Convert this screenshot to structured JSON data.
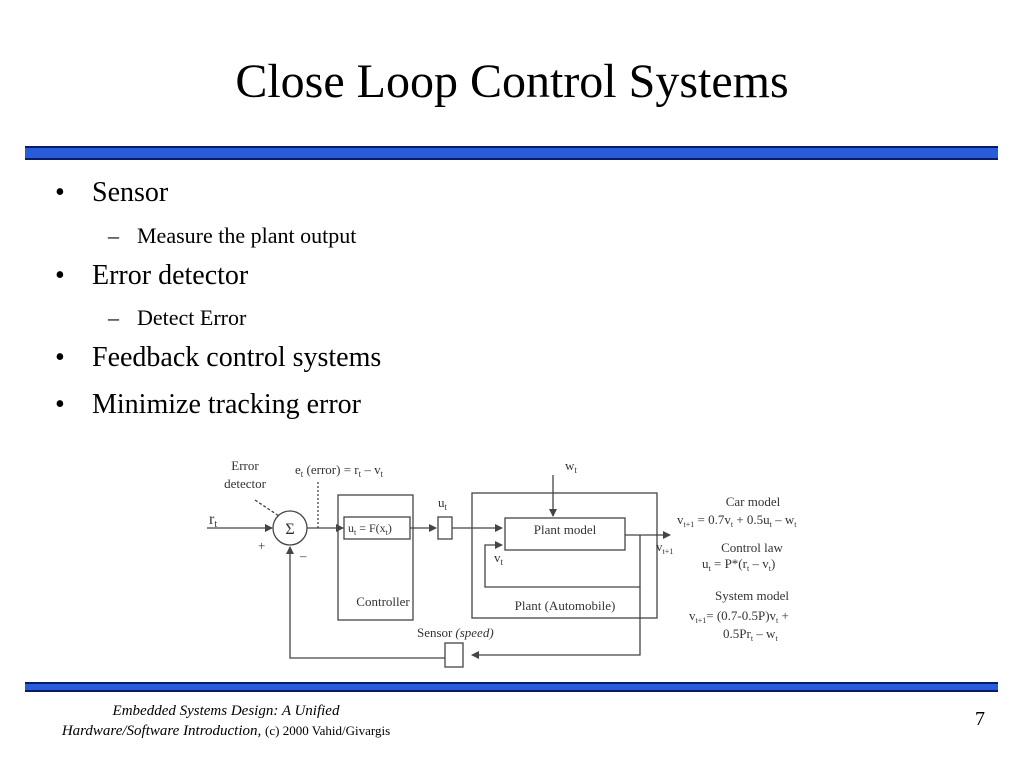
{
  "slide": {
    "title": "Close Loop Control Systems",
    "page_number": "7"
  },
  "bullets": [
    {
      "label": "Sensor",
      "sub": "Measure the plant output"
    },
    {
      "label": "Error detector",
      "sub": "Detect Error"
    },
    {
      "label": "Feedback control systems"
    },
    {
      "label": "Minimize tracking error"
    }
  ],
  "markers": {
    "bullet": "•",
    "dash": "–"
  },
  "diagram": {
    "error_detector": [
      "Error",
      "detector"
    ],
    "r_input": "r",
    "r_sub": "t",
    "plus": "+",
    "minus": "–",
    "sigma": "Σ",
    "error_eq": {
      "e": "e",
      "e_sub": "t",
      "rest1": " (error) = r",
      "r_sub": "t",
      "rest2": " – v",
      "v_sub": "t"
    },
    "controller_eq": {
      "u": "u",
      "u_sub": "t",
      "rest1": " = F(x",
      "x_sub": "t",
      "rest2": ")"
    },
    "controller_label": "Controller",
    "u_label": "u",
    "u_sub": "t",
    "w_label": "w",
    "w_sub": "t",
    "plant_model": "Plant model",
    "plant_label": "Plant (Automobile)",
    "v_label": "v",
    "v_sub": "t",
    "v_next": "v",
    "v_next_sub": "t+1",
    "sensor_label": "Sensor",
    "sensor_speed": "(speed)",
    "car_model_title": "Car model",
    "car_model_eq": {
      "v": "v",
      "v_sub": "t+1",
      "a": " = 0.7v",
      "a_sub": "t",
      "b": " + 0.5u",
      "b_sub": "t",
      "c": " – w",
      "c_sub": "t"
    },
    "control_law_title": "Control law",
    "control_law_eq": {
      "u": "u",
      "u_sub": "t",
      "a": " = P*(r",
      "a_sub": "t",
      "b": " – v",
      "b_sub": "t",
      "c": ")"
    },
    "system_model_title": "System model",
    "system_model_eq1": {
      "v": "v",
      "v_sub": "t+1",
      "a": "= (0.7-0.5P)v",
      "a_sub": "t",
      "b": " +"
    },
    "system_model_eq2": {
      "a": "0.5Pr",
      "a_sub": "t",
      "b": " – w",
      "b_sub": "t"
    }
  },
  "footer": {
    "book_title_line1": "Embedded Systems Design: A Unified",
    "book_title_line2": "Hardware/Software Introduction,",
    "copyright": "(c) 2000 Vahid/Givargis"
  },
  "colors": {
    "bar": "#2a5cd9",
    "bar_border": "#0a1a6a",
    "diagram_stroke": "#444444"
  }
}
